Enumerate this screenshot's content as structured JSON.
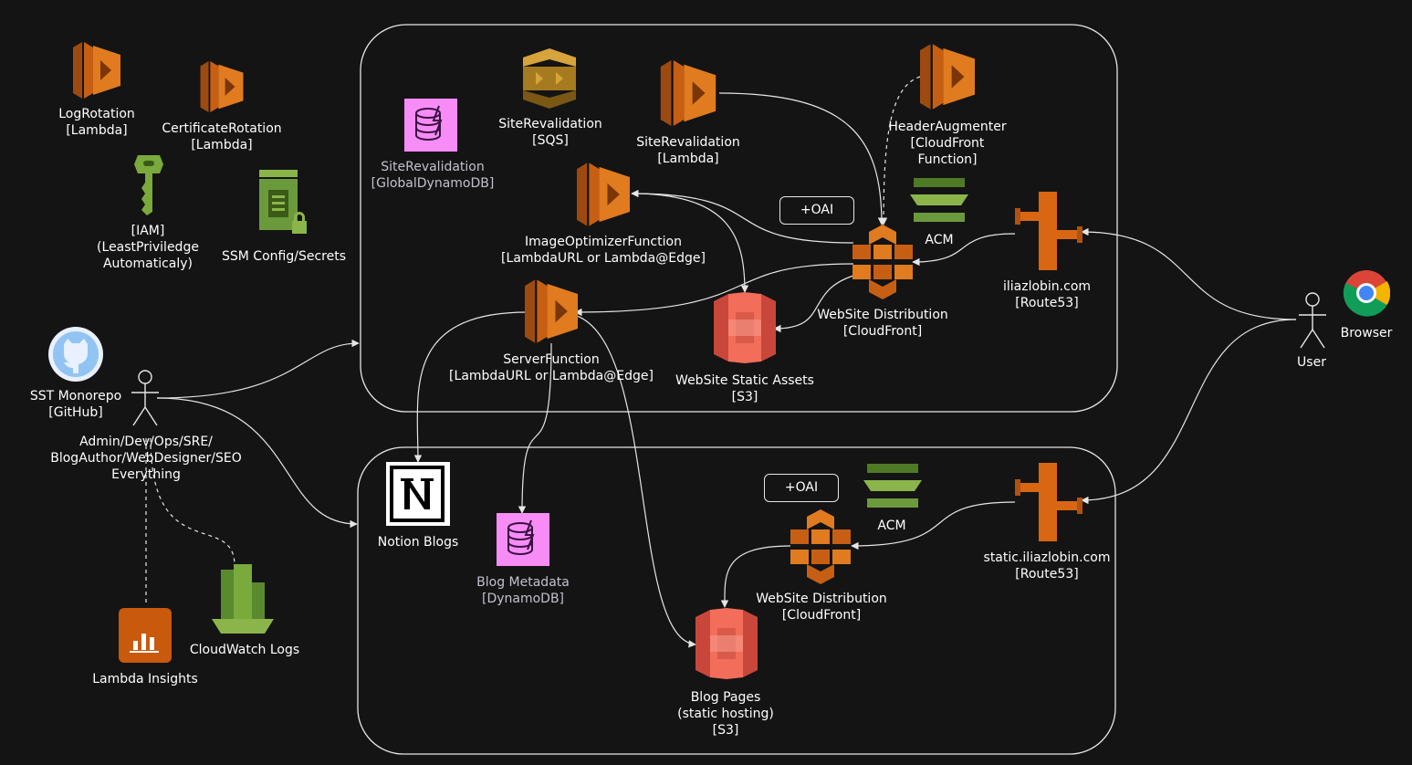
{
  "labels": {
    "log_rotation": "LogRotation\n[Lambda]",
    "cert_rotation": "CertificateRotation\n[Lambda]",
    "iam": "[IAM]\n(LeastPriviledge\nAutomaticaly)",
    "ssm": "SSM Config/Secrets",
    "sst_repo": "SST Monorepo\n[GitHub]",
    "admin": "Admin/Dev/Ops/SRE/\nBlogAuthor/WebDesigner/SEO\nEverything",
    "lambda_insights": "Lambda Insights",
    "cloudwatch_logs": "CloudWatch Logs",
    "site_reval_ddb": "SiteRevalidation\n[GlobalDynamoDB]",
    "site_reval_sqs": "SiteRevalidation\n[SQS]",
    "site_reval_lambda": "SiteRevalidation\n[Lambda]",
    "header_augmenter": "HeaderAugmenter\n[CloudFront\nFunction]",
    "image_optimizer": "ImageOptimizerFunction\n[LambdaURL or Lambda@Edge]",
    "oai_top": "+OAI",
    "acm_top": "ACM",
    "route53_top": "iliazlobin.com\n[Route53]",
    "cf_top": "WebSite Distribution\n[CloudFront]",
    "server_function": "ServerFunction\n[LambdaURL or Lambda@Edge]",
    "static_assets": "WebSite Static Assets\n[S3]",
    "user": "User",
    "browser": "Browser",
    "notion": "Notion Blogs",
    "blog_metadata": "Blog Metadata\n[DynamoDB]",
    "oai_bottom": "+OAI",
    "acm_bottom": "ACM",
    "cf_bottom": "WebSite Distribution\n[CloudFront]",
    "route53_bottom": "static.iliazlobin.com\n[Route53]",
    "blog_pages": "Blog Pages\n(static hosting)\n[S3]"
  },
  "icons": [
    "lambda-icon",
    "iam-key-icon",
    "ssm-parameter-icon",
    "github-icon",
    "person-icon",
    "lambda-insights-icon",
    "cloudwatch-logs-icon",
    "dynamodb-icon",
    "sqs-icon",
    "cloudfront-icon",
    "acm-icon",
    "route53-icon",
    "s3-icon",
    "notion-icon",
    "chrome-icon"
  ],
  "colors": {
    "background": "#141414",
    "lambda": "#d86613",
    "dynamodb": "#f78cf7",
    "sqs": "#a67a1f",
    "s3": "#f26e5a",
    "acm": "#6b9a3c",
    "cloudwatch": "#7aa93c",
    "iam": "#7aa93c",
    "line": "#e6e6e6"
  }
}
